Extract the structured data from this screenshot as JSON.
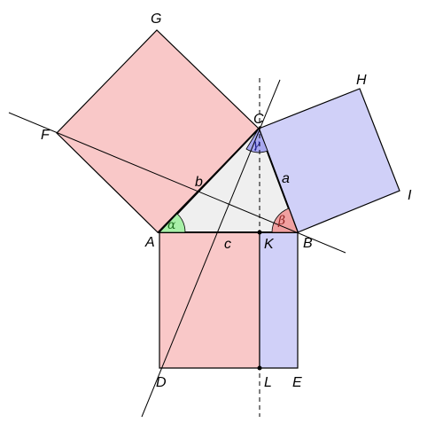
{
  "points": {
    "G": "G",
    "H": "H",
    "C": "C",
    "F": "F",
    "I": "I",
    "A": "A",
    "B": "B",
    "K": "K",
    "D": "D",
    "L": "L",
    "E": "E"
  },
  "sides": {
    "a": "a",
    "b": "b",
    "c": "c"
  },
  "angles": {
    "alpha": "α",
    "beta": "β",
    "gamma": "γ"
  },
  "colors": {
    "red_fill": "#f9c8c8",
    "red_stroke": "#000000",
    "blue_fill": "#d0d0f8",
    "triangle_fill": "#efefef",
    "alpha_fill": "#a8f0a8",
    "alpha_text": "#207020",
    "beta_fill": "#f0a0a0",
    "beta_text": "#902020",
    "gamma_fill": "#a8a8f0",
    "gamma_text": "#202090"
  }
}
